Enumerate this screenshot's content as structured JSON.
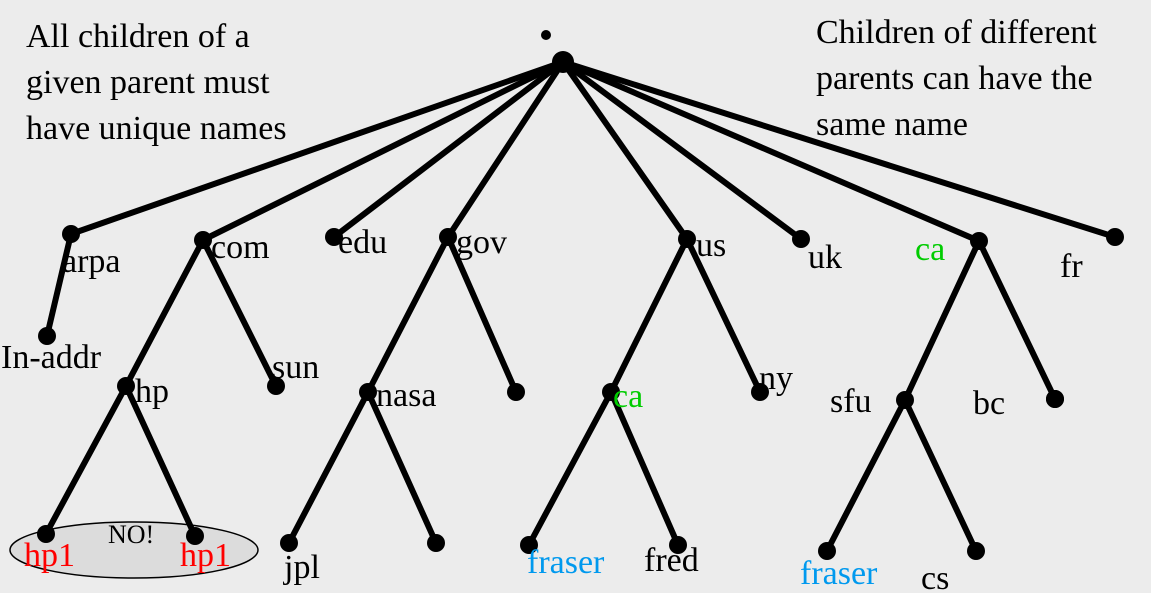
{
  "notes": {
    "left": "All children of a\ngiven parent must\nhave unique names",
    "right": "Children of different\nparents can have the\nsame name"
  },
  "root_label": "",
  "colors": {
    "background": "#ececec",
    "edge": "#000000",
    "node": "#000000",
    "label_default": "#000000",
    "label_red": "#ff0000",
    "label_green": "#00cc00",
    "label_blue": "#0099ee",
    "ellipse_fill": "#dcdcdc"
  },
  "nodes": [
    {
      "id": "root",
      "label": ""
    },
    {
      "id": "arpa",
      "label": "arpa"
    },
    {
      "id": "in-addr",
      "label": "In-addr"
    },
    {
      "id": "com",
      "label": "com"
    },
    {
      "id": "hp",
      "label": "hp"
    },
    {
      "id": "hp1-a",
      "label": "hp1",
      "color": "red"
    },
    {
      "id": "hp1-b",
      "label": "hp1",
      "color": "red"
    },
    {
      "id": "sun",
      "label": "sun"
    },
    {
      "id": "edu",
      "label": "edu"
    },
    {
      "id": "gov",
      "label": "gov"
    },
    {
      "id": "nasa",
      "label": "nasa"
    },
    {
      "id": "jpl",
      "label": "jpl"
    },
    {
      "id": "nasa-child-2",
      "label": ""
    },
    {
      "id": "gov-child-2",
      "label": ""
    },
    {
      "id": "us",
      "label": "us"
    },
    {
      "id": "us-ca",
      "label": "ca",
      "color": "green"
    },
    {
      "id": "fraser-us",
      "label": "fraser",
      "color": "blue"
    },
    {
      "id": "fred",
      "label": "fred"
    },
    {
      "id": "ny",
      "label": "ny"
    },
    {
      "id": "uk",
      "label": "uk"
    },
    {
      "id": "ca",
      "label": "ca",
      "color": "green"
    },
    {
      "id": "sfu",
      "label": "sfu"
    },
    {
      "id": "fraser-sfu",
      "label": "fraser",
      "color": "blue"
    },
    {
      "id": "cs",
      "label": "cs"
    },
    {
      "id": "bc",
      "label": "bc"
    },
    {
      "id": "ca-child-3",
      "label": ""
    },
    {
      "id": "fr",
      "label": "fr"
    }
  ],
  "edges": [
    [
      "root",
      "arpa"
    ],
    [
      "root",
      "com"
    ],
    [
      "root",
      "edu"
    ],
    [
      "root",
      "gov"
    ],
    [
      "root",
      "us"
    ],
    [
      "root",
      "uk"
    ],
    [
      "root",
      "ca"
    ],
    [
      "root",
      "fr"
    ],
    [
      "arpa",
      "in-addr"
    ],
    [
      "com",
      "hp"
    ],
    [
      "com",
      "sun"
    ],
    [
      "hp",
      "hp1-a"
    ],
    [
      "hp",
      "hp1-b"
    ],
    [
      "gov",
      "nasa"
    ],
    [
      "gov",
      "gov-child-2"
    ],
    [
      "nasa",
      "jpl"
    ],
    [
      "nasa",
      "nasa-child-2"
    ],
    [
      "us",
      "us-ca"
    ],
    [
      "us",
      "ny"
    ],
    [
      "us-ca",
      "fraser-us"
    ],
    [
      "us-ca",
      "fred"
    ],
    [
      "ca",
      "sfu"
    ],
    [
      "ca",
      "ca-child-3"
    ],
    [
      "sfu",
      "fraser-sfu"
    ],
    [
      "sfu",
      "cs"
    ]
  ],
  "conflict_marker": {
    "label": "NO!"
  }
}
